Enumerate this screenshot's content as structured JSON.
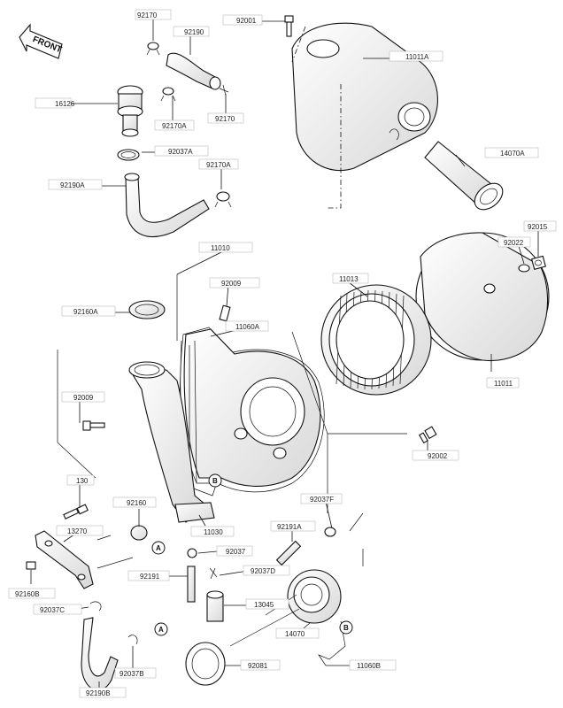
{
  "diagram": {
    "front_label": "FRONT",
    "labels": {
      "p92170_top": "92170",
      "p92190": "92190",
      "p92001": "92001",
      "p11011A": "11011A",
      "p16126": "16126",
      "p92170A_1": "92170A",
      "p92170_b": "92170",
      "p92037A": "92037A",
      "p92170A_2": "92170A",
      "p14070A": "14070A",
      "p92190A": "92190A",
      "p92015": "92015",
      "p92022": "92022",
      "p11010": "11010",
      "p92009_r": "92009",
      "p11013": "11013",
      "p92160A": "92160A",
      "p11060A": "11060A",
      "p92009_l": "92009",
      "p11011": "11011",
      "p92002": "92002",
      "p130": "130",
      "p92037F": "92037F",
      "p92160": "92160",
      "p13270": "13270",
      "p92191A": "92191A",
      "p11030": "11030",
      "p92037": "92037",
      "p92191": "92191",
      "p92037D": "92037D",
      "p92160B": "92160B",
      "p13045": "13045",
      "p92037C": "92037C",
      "p14070": "14070",
      "p11060B": "11060B",
      "p92037B": "92037B",
      "p92081": "92081",
      "p92190B": "92190B"
    },
    "callouts": {
      "A": "A",
      "B": "B"
    }
  }
}
